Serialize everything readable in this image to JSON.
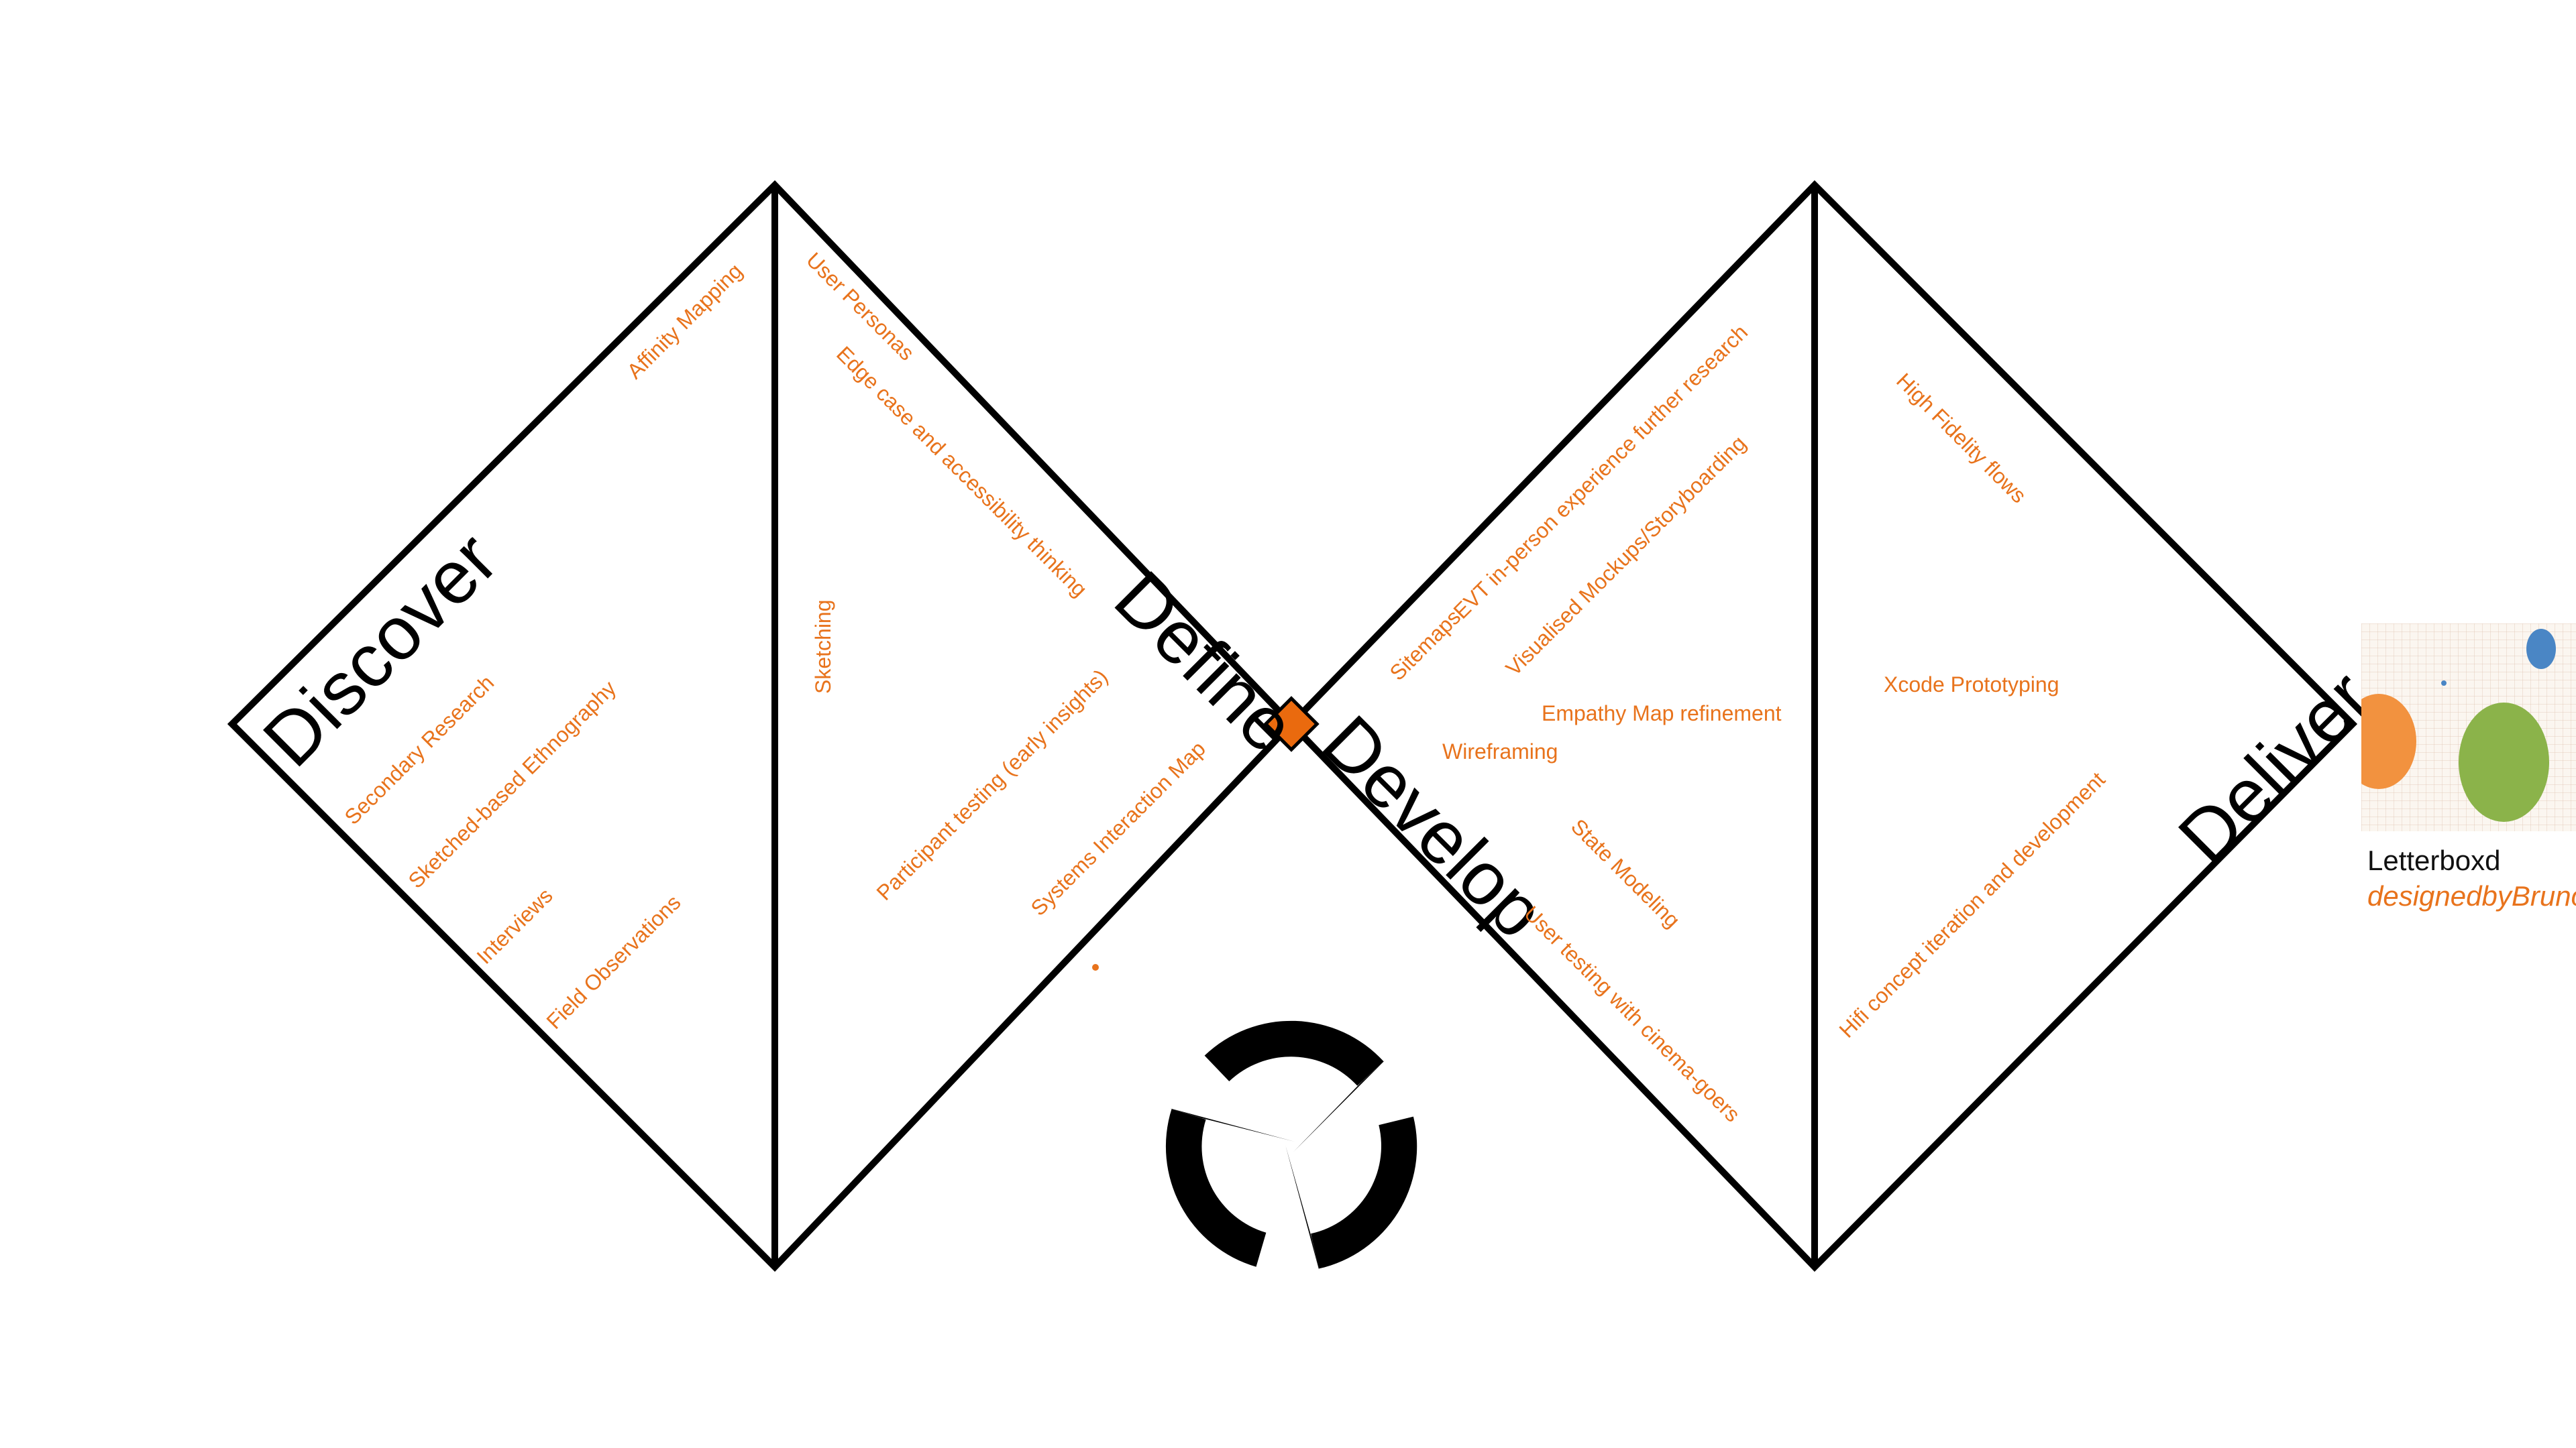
{
  "colors": {
    "outline": "#000000",
    "note": "#e8731c",
    "junction": "#ea6a0e",
    "logo_orange": "#f2923f",
    "logo_green": "#8bb34a",
    "logo_blue": "#4a86c5"
  },
  "phases": {
    "discover": "Discover",
    "define": "Define",
    "develop": "Develop",
    "deliver": "Deliver"
  },
  "notes": {
    "affinity_mapping": "Affinity Mapping",
    "secondary_research": "Secondary Research",
    "sketched_ethnography": "Sketched-based Ethnography",
    "interviews": "Interviews",
    "field_observations": "Field Observations",
    "user_personas": "User Personas",
    "edge_case": "Edge case and accessibility thinking",
    "sketching": "Sketching",
    "participant_testing": "Participant testing (early insights)",
    "systems_map": "Systems Interaction Map",
    "sitemaps": "Sitemaps",
    "evt_research": "EVT in-person experience further research",
    "visualised_mockups": "Visualised Mockups/Storyboarding",
    "empathy_map": "Empathy Map refinement",
    "wireframing": "Wireframing",
    "state_modeling": "State Modeling",
    "user_testing": "User testing with cinema-goers",
    "hifi_flows": "High Fidelity flows",
    "xcode_prototyping": "Xcode Prototyping",
    "hifi_iteration": "Hifi concept iteration and development"
  },
  "cycle_icon": "refresh-cycle-icon",
  "brand": {
    "name": "Letterboxd",
    "credit": "designedbyBruno"
  }
}
